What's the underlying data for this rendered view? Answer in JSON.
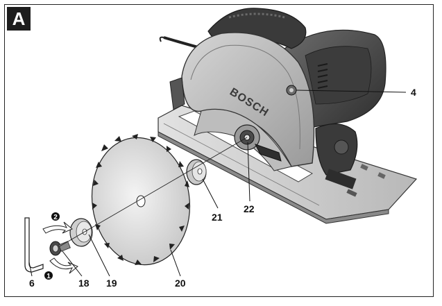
{
  "panel_label": "A",
  "brand_text": "BOSCH",
  "callouts": {
    "c4": "4",
    "c6": "6",
    "c18": "18",
    "c19": "19",
    "c20": "20",
    "c21": "21",
    "c22": "22"
  },
  "steps": {
    "step1": "1",
    "step2": "2"
  },
  "colors": {
    "saw_body": "#4a4a4a",
    "saw_dark": "#2b2b2b",
    "blade_fill": "#d9d9d9",
    "line": "#1a1a1a"
  }
}
